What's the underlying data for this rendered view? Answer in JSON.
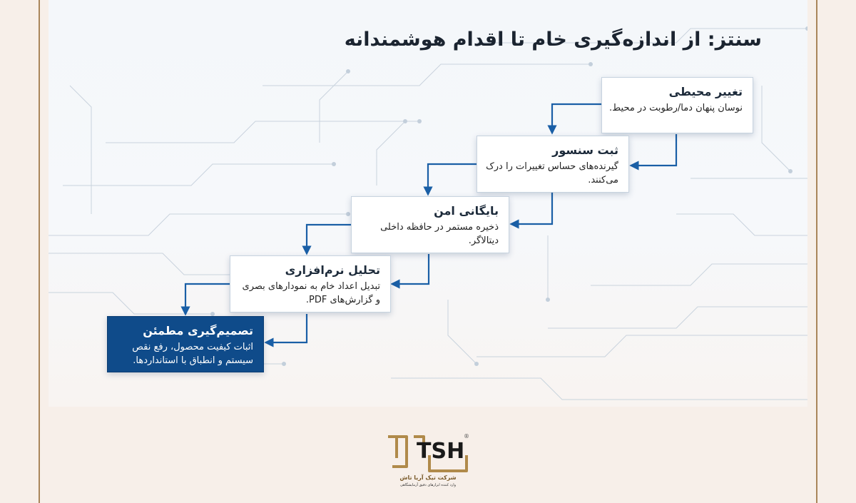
{
  "title": "سنتز: از اندازه‌گیری خام تا اقدام هوشمندانه",
  "steps": [
    {
      "title": "تغییر محیطی",
      "desc": "نوسان پنهان دما/رطوبت در محیط."
    },
    {
      "title": "ثبت سنسور",
      "desc": "گیرنده‌های حساس تغییرات را درک می‌کنند."
    },
    {
      "title": "بایگانی امن",
      "desc": "ذخیره مستمر در حافظه داخلی دیتالاگر."
    },
    {
      "title": "تحلیل نرم‌افزاری",
      "desc": "تبدیل اعداد خام به نمودارهای بصری و گزارش‌های PDF."
    },
    {
      "title": "تصمیم‌گیری مطمئن",
      "desc": "اثبات کیفیت محصول، رفع نقص سیستم و انطباق با استانداردها."
    }
  ],
  "logo": {
    "mark": "TSH",
    "registered": "®",
    "company": "شرکت تیک آریا تاش",
    "tagline": "وارد کننده ابزارهای دقیق آزمایشگاهی"
  },
  "colors": {
    "accent": "#0f4b8a",
    "arrow": "#1a5fa6",
    "frame": "#a9865a",
    "logo_gold": "#b08a4a"
  },
  "icons": [
    "arrow-icon",
    "circuit-background"
  ]
}
